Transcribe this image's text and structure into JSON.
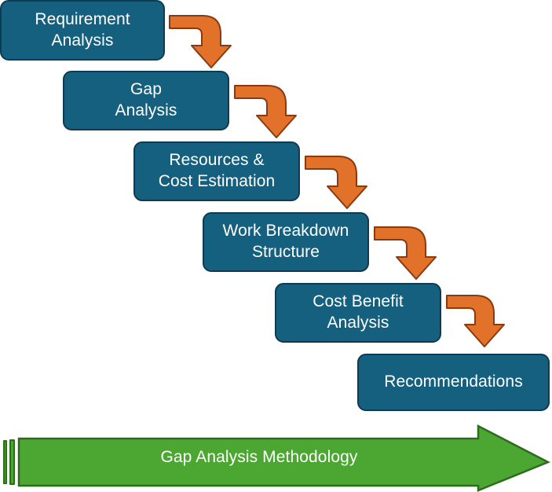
{
  "diagram": {
    "title": "Gap Analysis Methodology",
    "type": "cascading-step-flowchart",
    "colors": {
      "box_fill": "#16607F",
      "box_border": "#0E3B52",
      "box_text": "#FFFFFF",
      "arrow_fill": "#E2722A",
      "arrow_border": "#8A3A12",
      "banner_fill": "#4CA632",
      "banner_border": "#2F6B1E",
      "banner_text": "#FFFFFF",
      "background": "#FFFFFF"
    },
    "steps": [
      {
        "id": "step-1",
        "label": "Requirement\nAnalysis",
        "line1": "Requirement",
        "line2": "Analysis",
        "order": 1
      },
      {
        "id": "step-2",
        "label": "Gap\nAnalysis",
        "line1": "Gap",
        "line2": "Analysis",
        "order": 2
      },
      {
        "id": "step-3",
        "label": "Resources &\nCost Estimation",
        "line1": "Resources &",
        "line2": "Cost Estimation",
        "order": 3
      },
      {
        "id": "step-4",
        "label": "Work Breakdown\nStructure",
        "line1": "Work Breakdown",
        "line2": "Structure",
        "order": 4
      },
      {
        "id": "step-5",
        "label": "Cost Benefit\nAnalysis",
        "line1": "Cost Benefit",
        "line2": "Analysis",
        "order": 5
      },
      {
        "id": "step-6",
        "label": "Recommendations",
        "line1": "Recommendations",
        "line2": "",
        "order": 6
      }
    ],
    "connectors": [
      {
        "id": "connector-1-2",
        "from": "step-1",
        "to": "step-2",
        "shape": "elbow-right-down"
      },
      {
        "id": "connector-2-3",
        "from": "step-2",
        "to": "step-3",
        "shape": "elbow-right-down"
      },
      {
        "id": "connector-3-4",
        "from": "step-3",
        "to": "step-4",
        "shape": "elbow-right-down"
      },
      {
        "id": "connector-4-5",
        "from": "step-4",
        "to": "step-5",
        "shape": "elbow-right-down"
      },
      {
        "id": "connector-5-6",
        "from": "step-5",
        "to": "step-6",
        "shape": "elbow-right-down"
      }
    ],
    "banner": {
      "id": "methodology-banner",
      "label": "Gap Analysis Methodology",
      "direction": "right"
    }
  }
}
